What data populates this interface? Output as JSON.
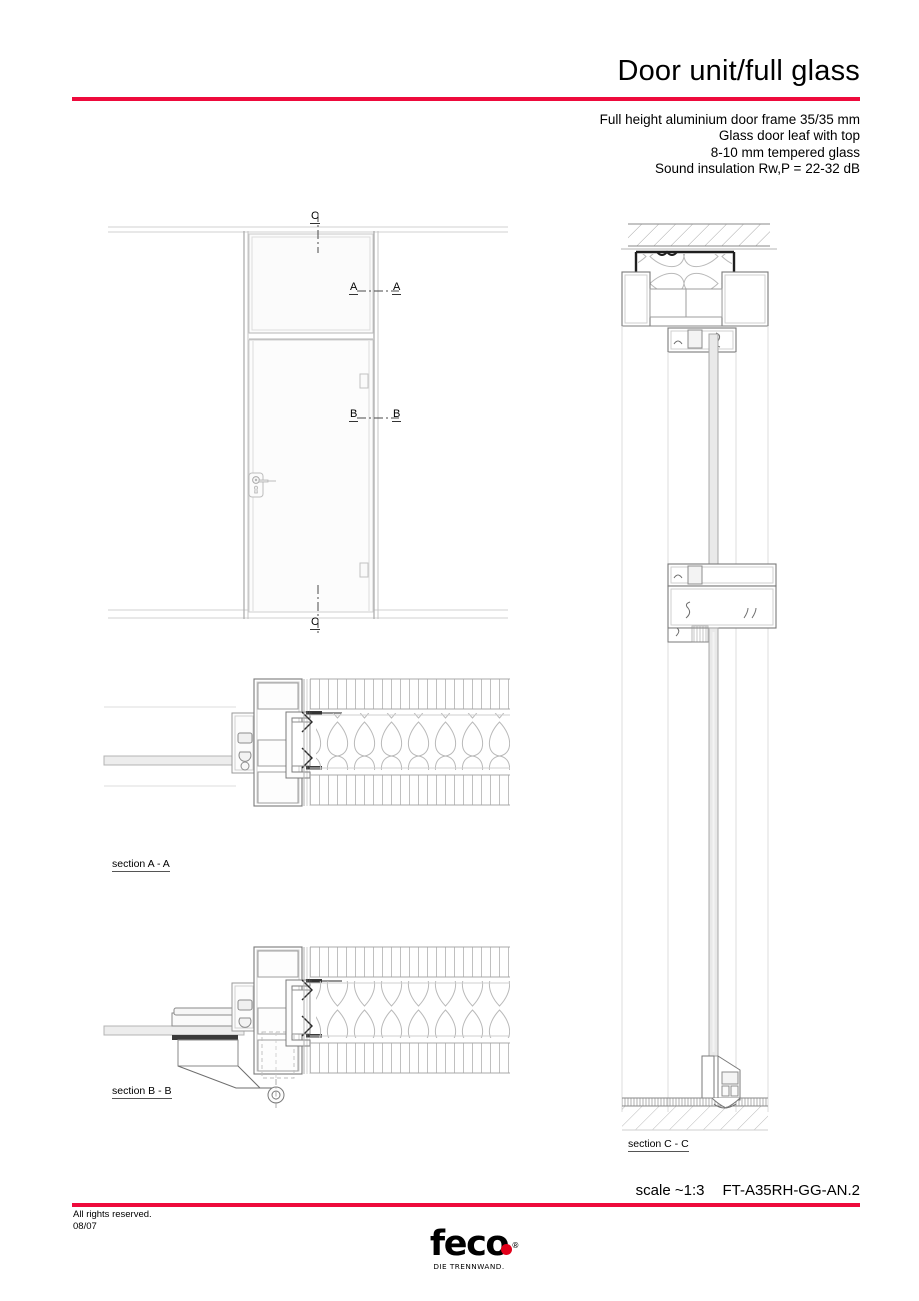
{
  "header": {
    "title": "Door unit/full glass",
    "subtitle_lines": [
      "Full height aluminium door frame 35/35 mm",
      "Glass door leaf with top",
      "8-10 mm tempered glass",
      "Sound insulation Rw,P = 22-32 dB"
    ]
  },
  "footer": {
    "scale": "scale ~1:3",
    "drawing_number": "FT-A35RH-GG-AN.2",
    "rights": "All rights reserved.",
    "date_code": "08/07",
    "logo_word": "feco",
    "logo_registered": "®",
    "logo_tagline": "DIE TRENNWAND."
  },
  "drawing": {
    "elevation": {
      "marker_c_top": "C",
      "marker_c_bottom": "C",
      "marker_a_left": "A",
      "marker_a_right": "A",
      "marker_b_left": "B",
      "marker_b_right": "B"
    },
    "captions": {
      "section_a": "section A - A",
      "section_b": "section B - B",
      "section_c": "section C - C"
    }
  },
  "colors": {
    "accent_red": "#EE0A3C",
    "logo_red": "#E2001A",
    "line_dark": "#1a1a1a",
    "line_mid": "#808080",
    "line_light": "#c8c8c8",
    "fill_light": "#f2f2f2",
    "fill_mid": "#dcdcdc"
  }
}
